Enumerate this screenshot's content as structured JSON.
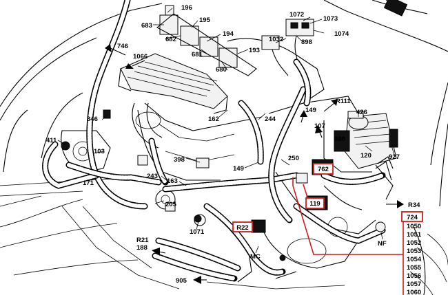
{
  "labels": {
    "l196": "196",
    "l683": "683",
    "l682": "682",
    "l195": "195",
    "l194": "194",
    "l1072": "1072",
    "l1073": "1073",
    "l1074": "1074",
    "l1032": "1032",
    "l898": "898",
    "l193": "193",
    "l681": "681",
    "l680": "680",
    "l746": "746",
    "l1066": "1066",
    "l346": "346",
    "l162": "162",
    "l244": "244",
    "l149a": "149",
    "l107": "107",
    "lR111": "R111",
    "l426": "426",
    "l980": "980",
    "l411": "411",
    "l103": "103",
    "l398": "398",
    "l120": "120",
    "l927": "927",
    "l250": "250",
    "l149b": "149",
    "l171": "171",
    "l243": "243",
    "l163": "163",
    "lR34": "R34",
    "l205": "205",
    "l1071": "1071",
    "lNF": "NF",
    "lR21": "R21",
    "l188": "188",
    "lMC": "MC",
    "l905": "905"
  },
  "boxed_labels": {
    "b762": "762",
    "b119": "119",
    "bR22": "R22",
    "b724": "724"
  },
  "connector_list": [
    "1050",
    "1051",
    "1052",
    "1053",
    "1054",
    "1055",
    "1056",
    "1057",
    "1060"
  ],
  "colors": {
    "highlight": "#d11a1a",
    "ink": "#000000"
  }
}
